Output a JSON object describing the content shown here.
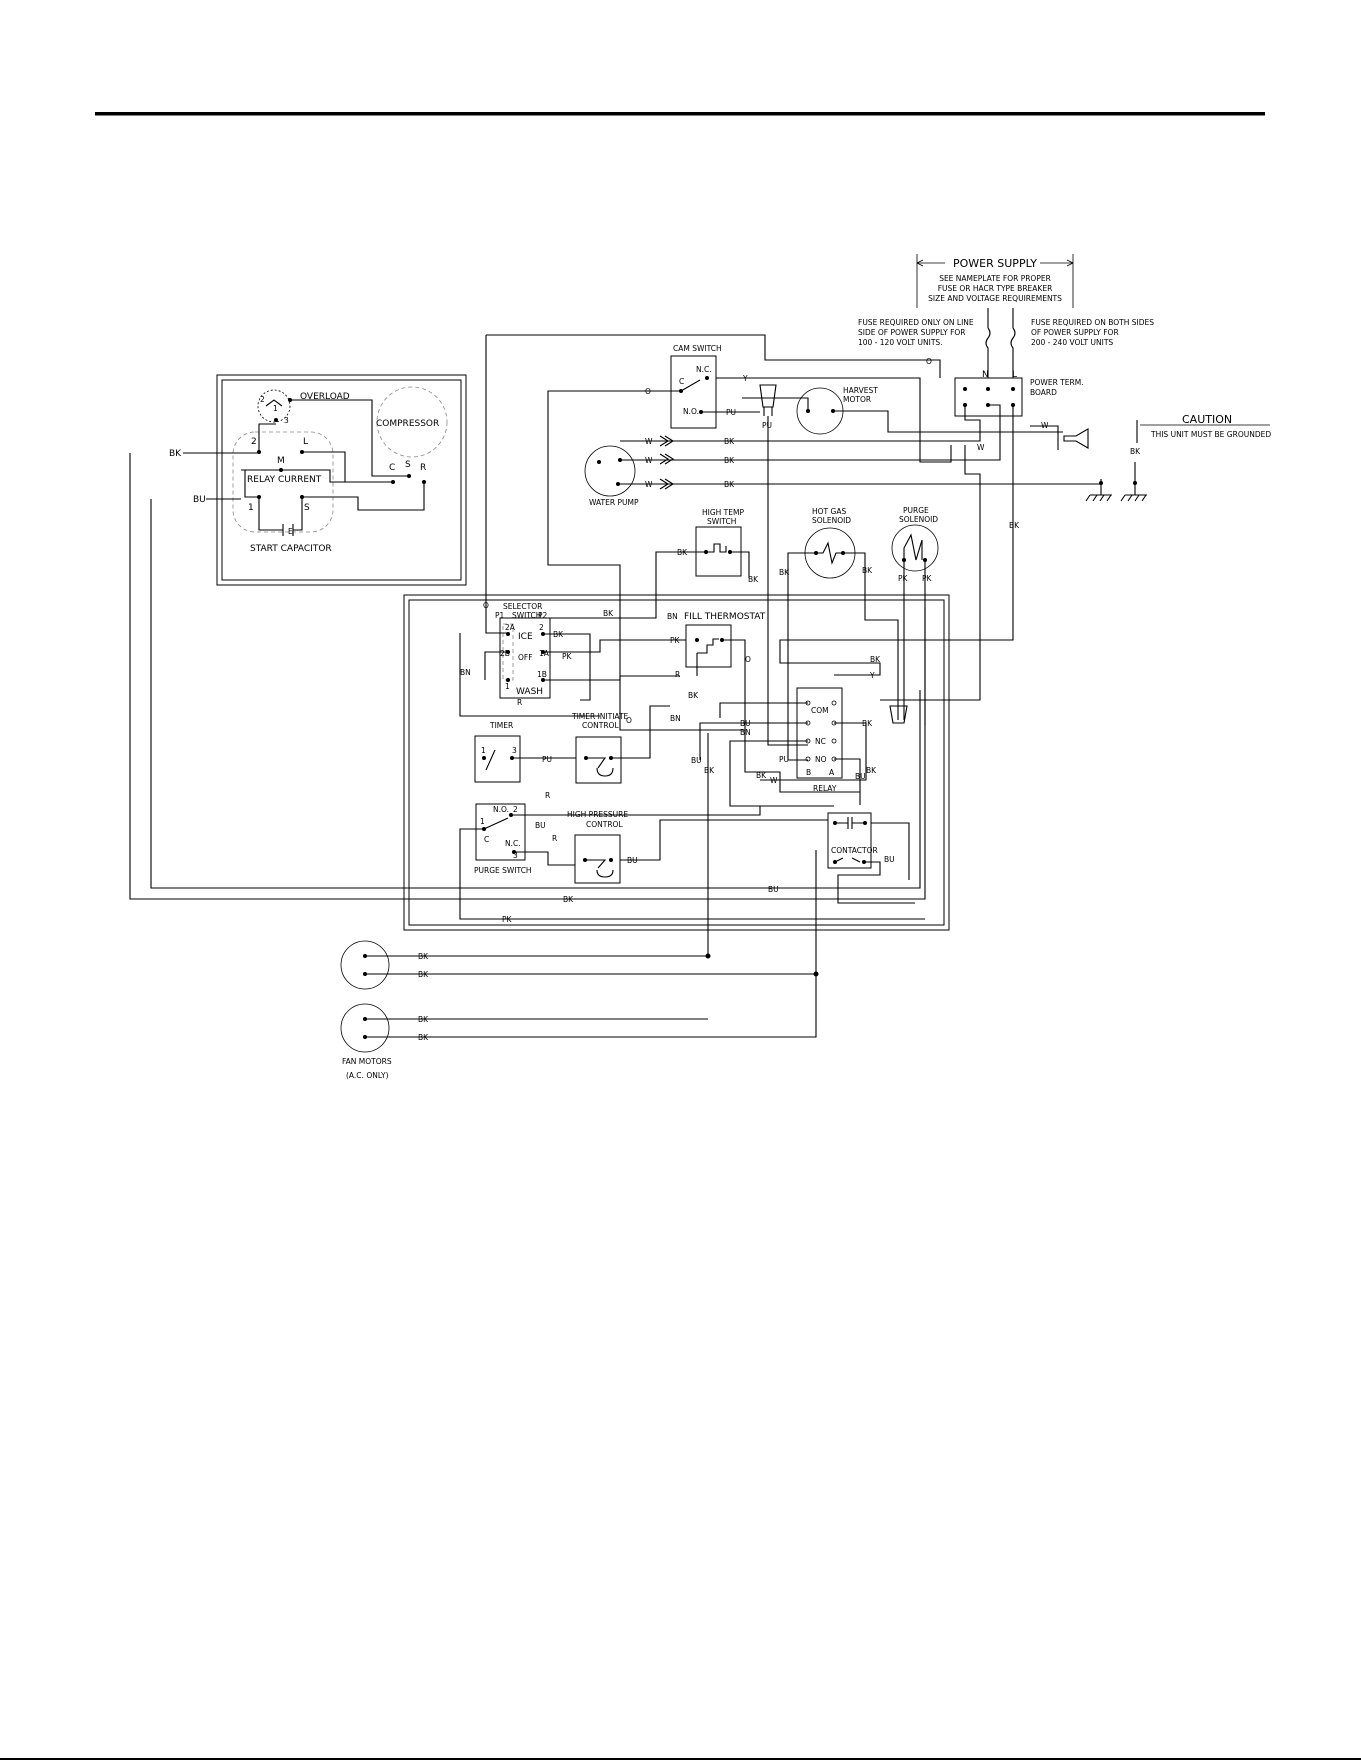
{
  "power_supply": {
    "title": "POWER SUPPLY",
    "note_lines": [
      "SEE NAMEPLATE FOR PROPER",
      "FUSE OR HACR TYPE BREAKER",
      "SIZE AND VOLTAGE REQUIREMENTS"
    ],
    "fuse_note_left": [
      "FUSE REQUIRED ONLY ON LINE",
      "SIDE OF POWER SUPPLY FOR",
      "100 - 120 VOLT UNITS."
    ],
    "fuse_note_right": [
      "FUSE REQUIRED ON BOTH SIDES",
      "OF POWER SUPPLY FOR",
      "200 - 240 VOLT UNITS"
    ],
    "n_label": "N",
    "l_label": "L"
  },
  "power_term_board": [
    "POWER TERM.",
    "BOARD"
  ],
  "caution": {
    "title": "CAUTION",
    "text": "THIS UNIT MUST BE GROUNDED"
  },
  "compressor_box": {
    "overload": "OVERLOAD",
    "compressor": "COMPRESSOR",
    "relay_current": "RELAY CURRENT",
    "start_capacitor": "START CAPACITOR",
    "terminals": {
      "c": "C",
      "s": "S",
      "r": "R",
      "m": "M",
      "l": "L",
      "s2": "S",
      "one": "1",
      "two": "2",
      "three": "3",
      "ol1": "1",
      "ol2": "2",
      "e": "E"
    }
  },
  "components": {
    "cam_switch": "CAM SWITCH",
    "cam_nc": "N.C.",
    "cam_no": "N.O.",
    "cam_c": "C",
    "harvest_motor": [
      "HARVEST",
      "MOTOR"
    ],
    "water_pump": "WATER PUMP",
    "high_temp_switch": [
      "HIGH TEMP",
      "SWITCH"
    ],
    "hot_gas_solenoid": [
      "HOT GAS",
      "SOLENOID"
    ],
    "purge_solenoid": [
      "PURGE",
      "SOLENOID"
    ],
    "selector_switch": [
      "SELECTOR",
      "SWITCH"
    ],
    "selector_terminals": {
      "p1": "P1",
      "p2": "P2",
      "ice": "ICE",
      "off": "OFF",
      "wash": "WASH",
      "t2a": "2A",
      "t2b": "2B",
      "t1a": "1A",
      "t1b": "1B",
      "t2": "2",
      "t1": "1"
    },
    "fill_thermostat": "FILL THERMOSTAT",
    "timer": "TIMER",
    "timer_terminals": {
      "a": "1",
      "b": "3"
    },
    "timer_initiate_control": [
      "TIMER INITIATE",
      "CONTROL"
    ],
    "relay": "RELAY",
    "relay_terminals": {
      "com": "COM",
      "nc": "NC",
      "no": "NO",
      "b": "B",
      "a": "A"
    },
    "high_pressure_control": [
      "HIGH PRESSURE",
      "CONTROL"
    ],
    "purge_switch": "PURGE SWITCH",
    "purge_terminals": {
      "no": "N.O.",
      "nc": "N.C.",
      "c": "C",
      "one": "1",
      "two": "2",
      "three": "3"
    },
    "contactor": "CONTACTOR",
    "fan_motors": [
      "FAN MOTORS",
      "(A.C. ONLY)"
    ]
  },
  "wire_colors": {
    "bk": "BK",
    "bu": "BU",
    "w": "W",
    "o": "O",
    "y": "Y",
    "pu": "PU",
    "pk": "PK",
    "bn": "BN",
    "r": "R"
  }
}
